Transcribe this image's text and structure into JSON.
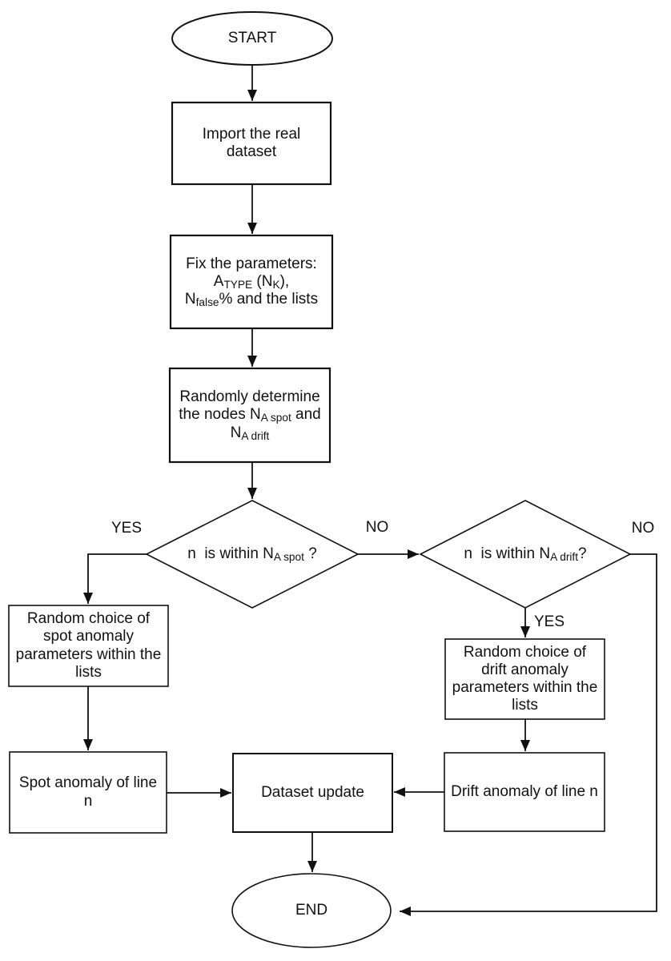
{
  "diagram": {
    "background": "#ffffff",
    "stroke_color": "#111111",
    "nodes": {
      "start": {
        "shape": "ellipse",
        "label": "START"
      },
      "import_dataset": {
        "shape": "rect",
        "label_runs": [
          {
            "t": "Import the real"
          },
          {
            "br": true
          },
          {
            "t": "dataset"
          }
        ]
      },
      "fix_parameters": {
        "shape": "rect",
        "label_runs": [
          {
            "t": "Fix the parameters:"
          },
          {
            "br": true
          },
          {
            "t": "A"
          },
          {
            "t": "TYPE",
            "sub": true
          },
          {
            "t": " (N"
          },
          {
            "t": "K",
            "sub": true
          },
          {
            "t": "),"
          },
          {
            "br": true
          },
          {
            "t": "N"
          },
          {
            "t": "false",
            "sub": true
          },
          {
            "t": "% and the lists"
          }
        ]
      },
      "determine_nodes": {
        "shape": "rect",
        "label_runs": [
          {
            "t": "Randomly determine"
          },
          {
            "br": true
          },
          {
            "t": "the nodes N"
          },
          {
            "t": "A spot",
            "sub": true
          },
          {
            "t": " and"
          },
          {
            "br": true
          },
          {
            "t": "N"
          },
          {
            "t": "A drift",
            "sub": true
          }
        ]
      },
      "spot_decision": {
        "shape": "diamond",
        "label_runs": [
          {
            "t": "n  is within N"
          },
          {
            "t": "A spot",
            "sub": true
          },
          {
            "t": " ?"
          }
        ]
      },
      "drift_decision": {
        "shape": "diamond",
        "label_runs": [
          {
            "t": "n  is within N"
          },
          {
            "t": "A drift",
            "sub": true
          },
          {
            "t": "?"
          }
        ]
      },
      "spot_params": {
        "shape": "rect",
        "label_runs": [
          {
            "t": "Random choice of"
          },
          {
            "br": true
          },
          {
            "t": "spot anomaly"
          },
          {
            "br": true
          },
          {
            "t": "parameters within the"
          },
          {
            "br": true
          },
          {
            "t": "lists"
          }
        ]
      },
      "drift_params": {
        "shape": "rect",
        "label_runs": [
          {
            "t": "Random choice of"
          },
          {
            "br": true
          },
          {
            "t": "drift anomaly"
          },
          {
            "br": true
          },
          {
            "t": "parameters within the"
          },
          {
            "br": true
          },
          {
            "t": "lists"
          }
        ]
      },
      "spot_anomaly": {
        "shape": "rect",
        "label_runs": [
          {
            "t": "Spot anomaly of line"
          },
          {
            "br": true
          },
          {
            "t": "n"
          }
        ]
      },
      "drift_anomaly": {
        "shape": "rect",
        "label_runs": [
          {
            "t": "Drift anomaly of line n"
          }
        ]
      },
      "dataset_update": {
        "shape": "rect",
        "label": "Dataset update"
      },
      "end": {
        "shape": "ellipse",
        "label": "END"
      }
    },
    "edge_labels": {
      "spot_yes": "YES",
      "spot_no": "NO",
      "drift_yes": "YES",
      "drift_no": "NO"
    }
  }
}
